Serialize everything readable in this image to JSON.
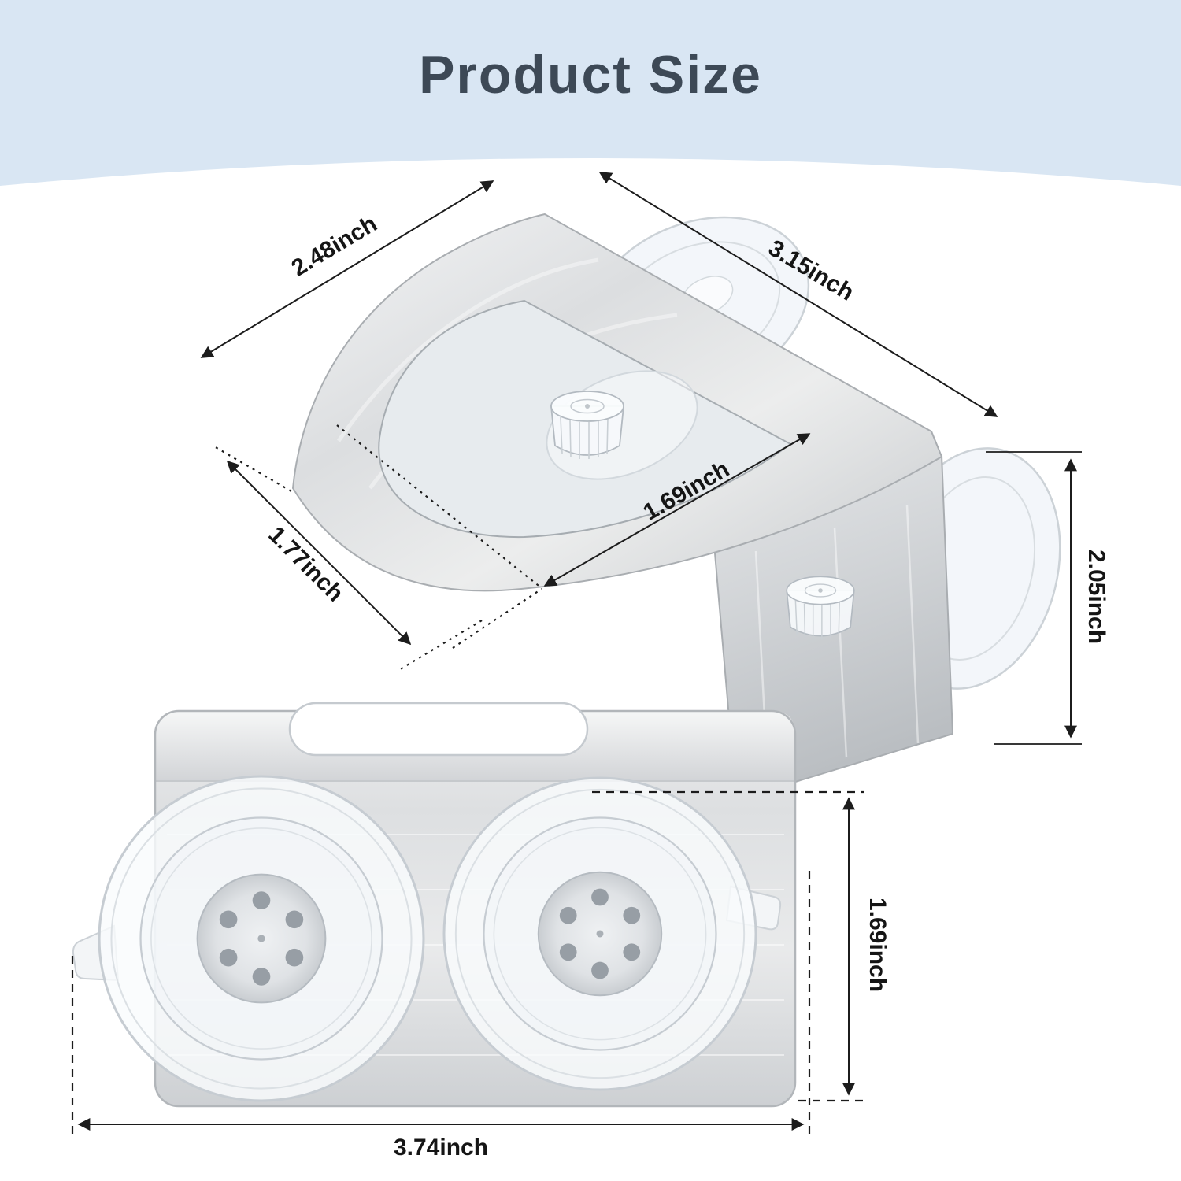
{
  "title": "Product Size",
  "dimensions": {
    "top_view": {
      "plate_edge_width": "2.48inch",
      "mount_edge_width": "3.15inch",
      "plate_depth": "1.77inch",
      "cutout_width": "1.69inch",
      "mount_height": "2.05inch"
    },
    "front_view": {
      "height": "1.69inch",
      "width": "3.74inch"
    }
  },
  "colors": {
    "header_band": "#d9e6f3",
    "title_text": "#3d4956",
    "dimension_text": "#151515",
    "metal_light": "#eceded",
    "metal_dark": "#c6c9cc",
    "suction_cup_rim": "#c6ccd2"
  }
}
